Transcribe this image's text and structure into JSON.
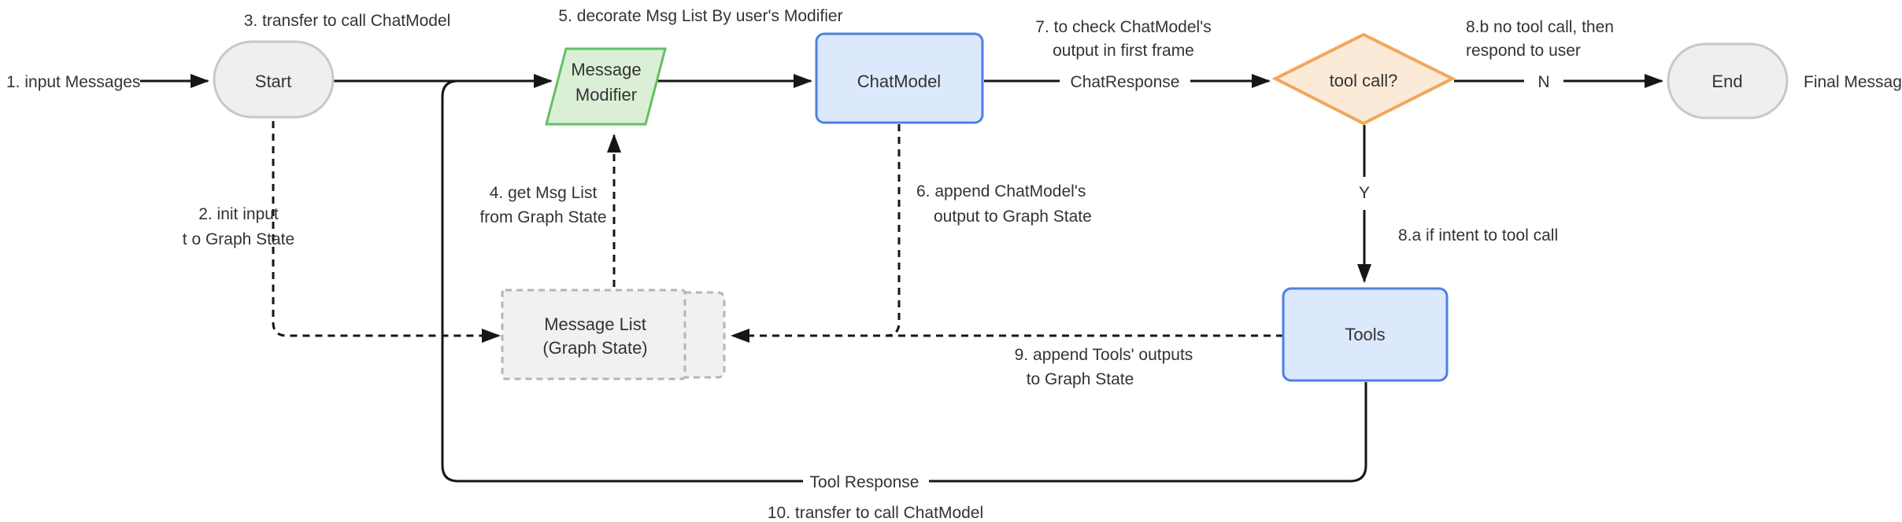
{
  "diagram": {
    "nodes": {
      "start": {
        "label": "Start"
      },
      "message_modifier": {
        "label": [
          "Message",
          "Modifier"
        ]
      },
      "chat_model": {
        "label": "ChatModel"
      },
      "tool_call_decision": {
        "label": "tool call?"
      },
      "end": {
        "label": "End"
      },
      "message_list": {
        "label": [
          "Message List",
          "(Graph State)"
        ]
      },
      "tools": {
        "label": "Tools"
      }
    },
    "labels": {
      "step1": "1. input Messages",
      "step2": [
        "2. init input",
        "t o Graph State"
      ],
      "step3": "3. transfer to call ChatModel",
      "step4": [
        "4. get Msg List",
        "from Graph State"
      ],
      "step5": "5. decorate Msg List By user's Modifier",
      "step6": [
        "6. append ChatModel's",
        "output to Graph State"
      ],
      "step7": [
        "7. to check ChatModel's",
        "output in first frame"
      ],
      "step8a": "8.a if intent to tool  call",
      "step8b": [
        "8.b no tool call, then",
        "respond to user"
      ],
      "step9": [
        "9. append Tools' outputs",
        "to Graph State"
      ],
      "step10": "10. transfer to  call ChatModel",
      "chat_response": "ChatResponse",
      "tool_response": "Tool Response",
      "final_message": "Final Message",
      "yes": "Y",
      "no": "N"
    },
    "colors": {
      "terminal_fill": "#eef0f0",
      "terminal_border": "#c6c9c9",
      "modifier_fill": "#dbefd6",
      "modifier_border": "#63c065",
      "model_fill": "#dce8fb",
      "model_border": "#4d80e4",
      "decision_fill": "#fcead8",
      "decision_border": "#f1a75b",
      "state_fill": "#f0f1f1",
      "state_border": "#b3b6b6",
      "line": "#161616",
      "text": "#333333",
      "background": "#ffffff"
    }
  }
}
